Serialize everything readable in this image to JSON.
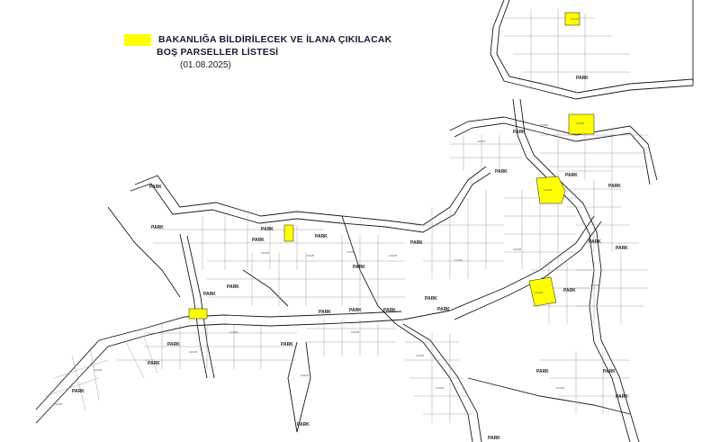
{
  "legend": {
    "line1": "BAKANLIĞA BİLDİRİLECEK VE İLANA ÇIKILACAK",
    "line2": "BOŞ PARSELLER LİSTESİ",
    "date": "(01.08.2025)"
  },
  "colors": {
    "highlight": "#ffff00",
    "road": "#1a1a1a",
    "parcel": "#8a8a8a",
    "text": "#1a1a2e"
  },
  "map": {
    "park_label": "PARK",
    "parcel_label": "1234/5",
    "highlight_label": "1234/5"
  }
}
